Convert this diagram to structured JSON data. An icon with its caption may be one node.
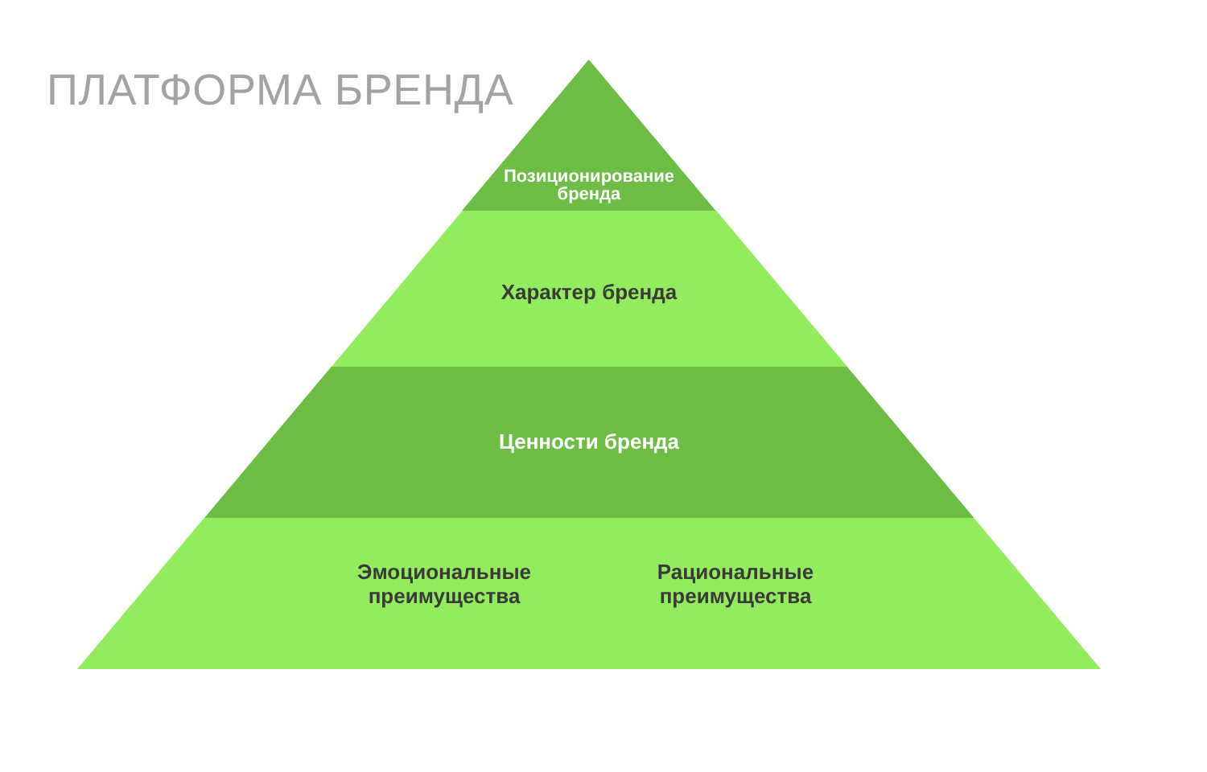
{
  "diagram": {
    "title": "ПЛАТФОРМА БРЕНДА",
    "nodes": [
      {
        "text": [
          "Позиционирование бренда"
        ]
      },
      {
        "text": [
          "Характер бренда"
        ]
      },
      {
        "text": [
          "Ценности бренда"
        ]
      },
      {
        "text": [
          "Эмоциональные преимущества",
          "Рациональные преимущества"
        ]
      }
    ]
  }
}
